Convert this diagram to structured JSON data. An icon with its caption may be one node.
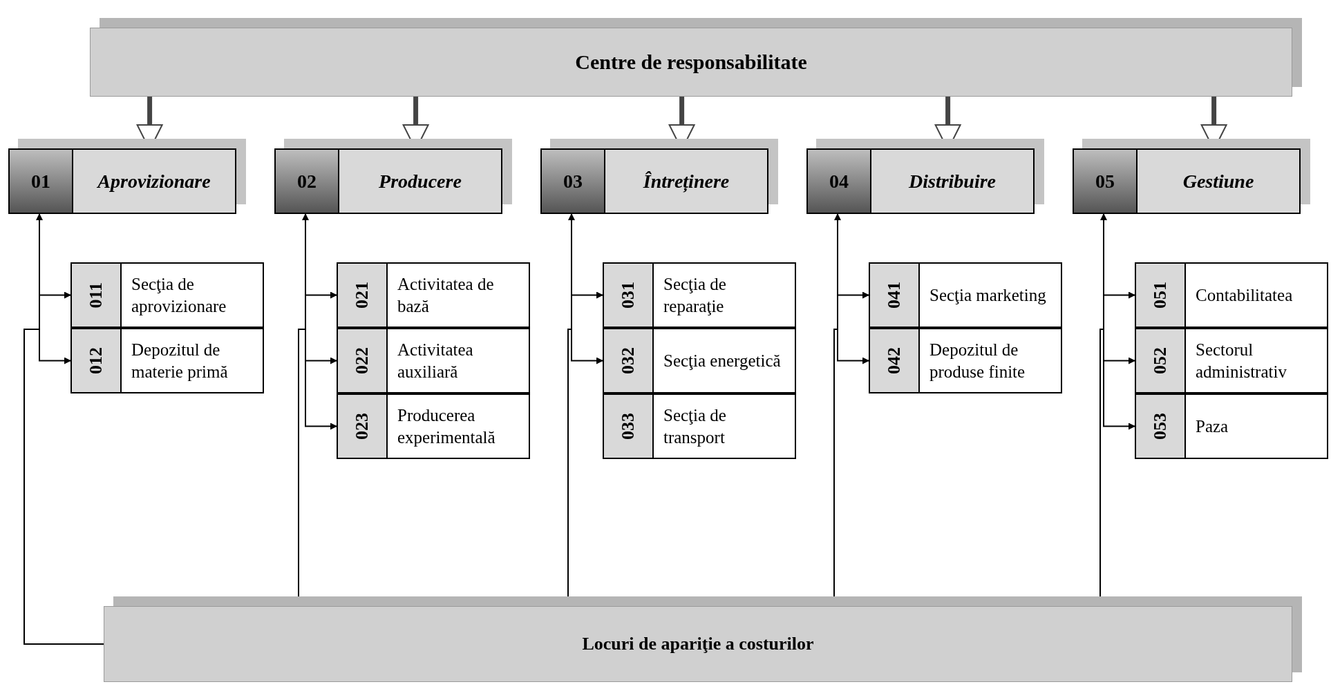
{
  "diagram": {
    "nodes": [
      {
        "text": [
          "Centre de responsabilitate"
        ]
      },
      {
        "text": [
          "01",
          "Aprovizionare"
        ]
      },
      {
        "text": [
          "011",
          "Secţia de aprovizionare"
        ]
      },
      {
        "text": [
          "012",
          "Depozitul de materie primă"
        ]
      },
      {
        "text": [
          "02",
          "Producere"
        ]
      },
      {
        "text": [
          "021",
          "Activitatea de bază"
        ]
      },
      {
        "text": [
          "022",
          "Activitatea auxiliară"
        ]
      },
      {
        "text": [
          "023",
          "Producerea experimentală"
        ]
      },
      {
        "text": [
          "03",
          "Întreținere"
        ]
      },
      {
        "text": [
          "031",
          "Secţia de reparaţie"
        ]
      },
      {
        "text": [
          "032",
          "Secţia energetică"
        ]
      },
      {
        "text": [
          "033",
          "Secţia de transport"
        ]
      },
      {
        "text": [
          "04",
          "Distribuire"
        ]
      },
      {
        "text": [
          "041",
          "Secţia marketing"
        ]
      },
      {
        "text": [
          "042",
          "Depozitul de produse finite"
        ]
      },
      {
        "text": [
          "05",
          "Gestiune"
        ]
      },
      {
        "text": [
          "051",
          "Contabilitatea"
        ]
      },
      {
        "text": [
          "052",
          "Sectorul administrativ"
        ]
      },
      {
        "text": [
          "053",
          "Paza"
        ]
      },
      {
        "text": [
          "Locuri de apariţie a costurilor"
        ]
      }
    ],
    "edges": [
      {
        "from": 0,
        "to": 1,
        "arrow": "to",
        "style": "thick"
      },
      {
        "from": 0,
        "to": 4,
        "arrow": "to",
        "style": "thick"
      },
      {
        "from": 0,
        "to": 8,
        "arrow": "to",
        "style": "thick"
      },
      {
        "from": 0,
        "to": 12,
        "arrow": "to",
        "style": "thick"
      },
      {
        "from": 0,
        "to": 15,
        "arrow": "to",
        "style": "thick"
      },
      {
        "from": 1,
        "to": 2,
        "arrow": "to"
      },
      {
        "from": 1,
        "to": 3,
        "arrow": "to"
      },
      {
        "from": 4,
        "to": 5,
        "arrow": "to"
      },
      {
        "from": 4,
        "to": 6,
        "arrow": "to"
      },
      {
        "from": 4,
        "to": 7,
        "arrow": "to"
      },
      {
        "from": 8,
        "to": 9,
        "arrow": "to"
      },
      {
        "from": 8,
        "to": 10,
        "arrow": "to"
      },
      {
        "from": 12,
        "to": 13,
        "arrow": "to"
      },
      {
        "from": 12,
        "to": 14,
        "arrow": "to"
      },
      {
        "from": 15,
        "to": 16,
        "arrow": "to"
      },
      {
        "from": 15,
        "to": 17,
        "arrow": "to"
      },
      {
        "from": 15,
        "to": 18,
        "arrow": "to"
      },
      {
        "from": 19,
        "to": 1,
        "arrow": "to"
      },
      {
        "from": 19,
        "to": 4,
        "arrow": "to"
      },
      {
        "from": 19,
        "to": 8,
        "arrow": "to"
      },
      {
        "from": 19,
        "to": 12,
        "arrow": "to"
      },
      {
        "from": 19,
        "to": 15,
        "arrow": "to"
      }
    ]
  }
}
